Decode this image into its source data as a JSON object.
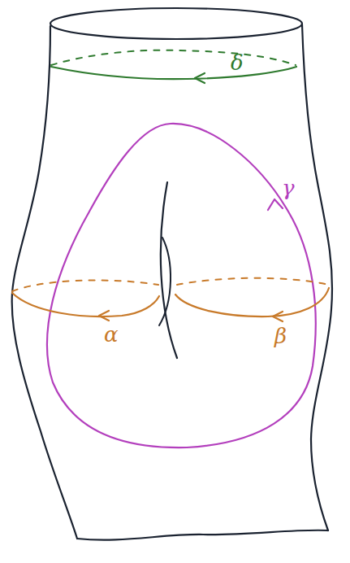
{
  "diagram": {
    "labels": [
      "δ",
      "γ",
      "α",
      "β"
    ]
  }
}
